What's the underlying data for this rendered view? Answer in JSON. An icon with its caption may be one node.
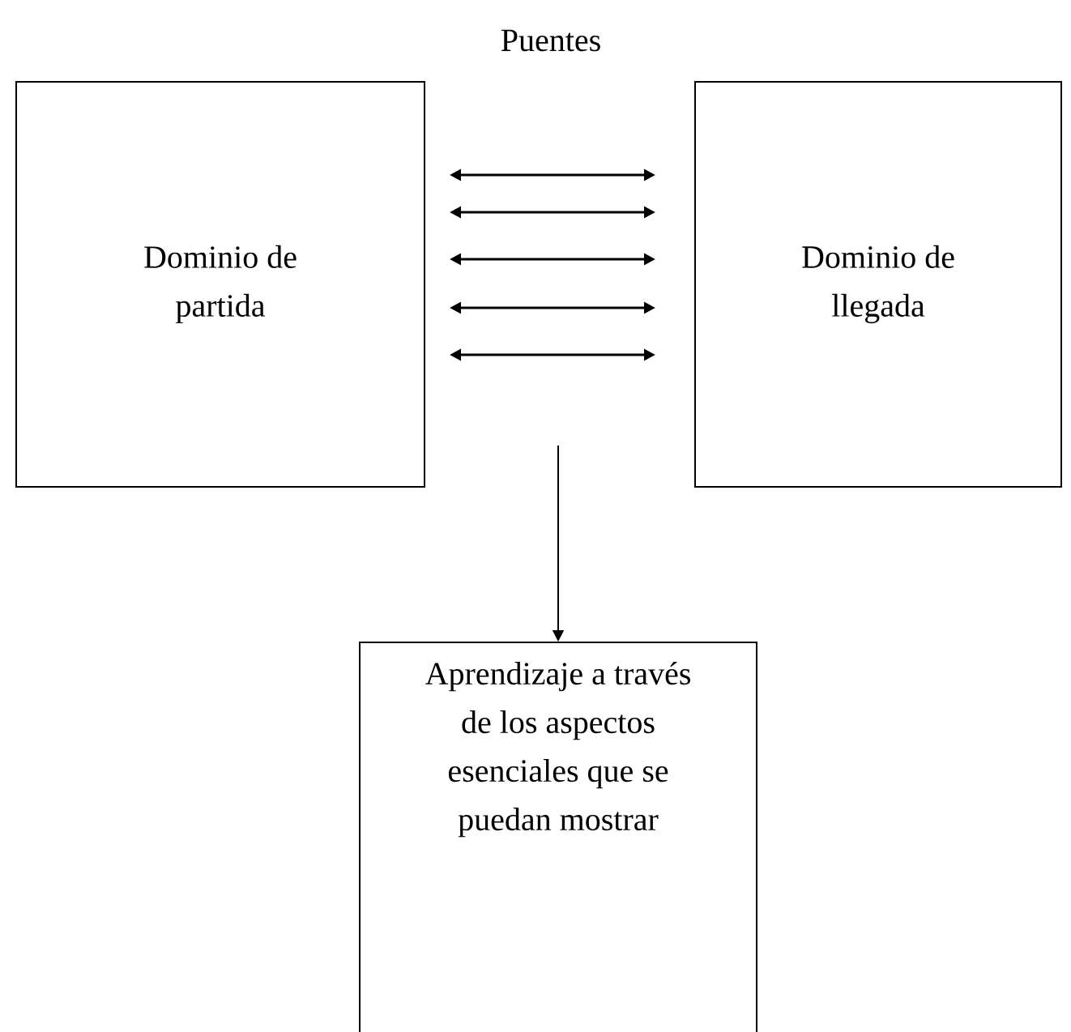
{
  "diagram": {
    "nodes": [
      {
        "text": [
          "Dominio de partida"
        ]
      },
      {
        "text": [
          "Dominio de llegada"
        ]
      },
      {
        "text": [
          "Aprendizaje a través de los aspectos esenciales que se puedan mostrar"
        ]
      }
    ],
    "edges": [
      {
        "from": 0,
        "to": 1,
        "arrow": "both"
      },
      {
        "from": 0,
        "to": 1,
        "arrow": "both"
      },
      {
        "from": 0,
        "to": 1,
        "arrow": "both"
      },
      {
        "from": 0,
        "to": 1,
        "arrow": "both"
      },
      {
        "from": 0,
        "to": 1,
        "arrow": "both"
      },
      {
        "from": null,
        "to": 2,
        "arrow": "to"
      }
    ],
    "labels": [
      "Puentes"
    ]
  }
}
